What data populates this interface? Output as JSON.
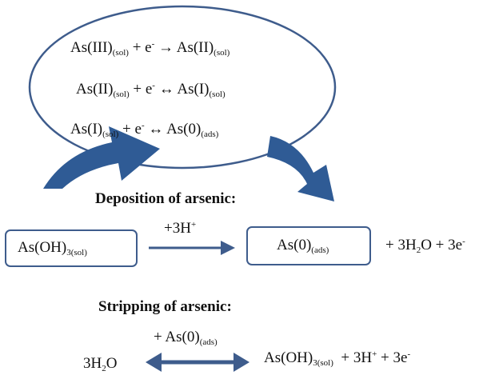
{
  "colors": {
    "outline": "#3e5c8c",
    "arrow_fill": "#2f5b95",
    "text": "#111111",
    "background": "#ffffff"
  },
  "reactions": {
    "r1": {
      "lhs": "As(III)",
      "lhs_sub": "(sol)",
      "plus_e": " + e",
      "e_sup": "-",
      "arrow": " → ",
      "rhs": "As(II)",
      "rhs_sub": "(sol)"
    },
    "r2": {
      "lhs": "As(II)",
      "lhs_sub": "(sol)",
      "plus_e": " + e",
      "e_sup": "-",
      "arrow": " ↔ ",
      "rhs": "As(I)",
      "rhs_sub": "(sol)"
    },
    "r3": {
      "lhs": "As(I)",
      "lhs_sub": "(sol)",
      "plus_e": " + e",
      "e_sup": "-",
      "arrow": " ↔ ",
      "rhs": "As(0)",
      "rhs_sub": "(ads)"
    }
  },
  "deposition": {
    "heading": "Deposition of arsenic:",
    "reactant": "As(OH)",
    "reactant_sub": "3(sol)",
    "arrow_label": "+3H",
    "arrow_label_sup": "+",
    "product": "As(0)",
    "product_sub": "(ads)",
    "byproducts": "+ 3H",
    "byproducts_sub": "2",
    "byproducts_mid": "O + 3e",
    "byproducts_sup": "-"
  },
  "stripping": {
    "heading": "Stripping of arsenic:",
    "arrow_label": "+ As(0)",
    "arrow_label_sub": "(ads)",
    "reactant": "3H",
    "reactant_sub": "2",
    "reactant_end": "O",
    "product": "As(OH)",
    "product_sub": "3(sol)",
    "product_mid": "  + 3H",
    "product_sup": "+",
    "product_mid2": " + 3e",
    "product_sup2": "-"
  }
}
